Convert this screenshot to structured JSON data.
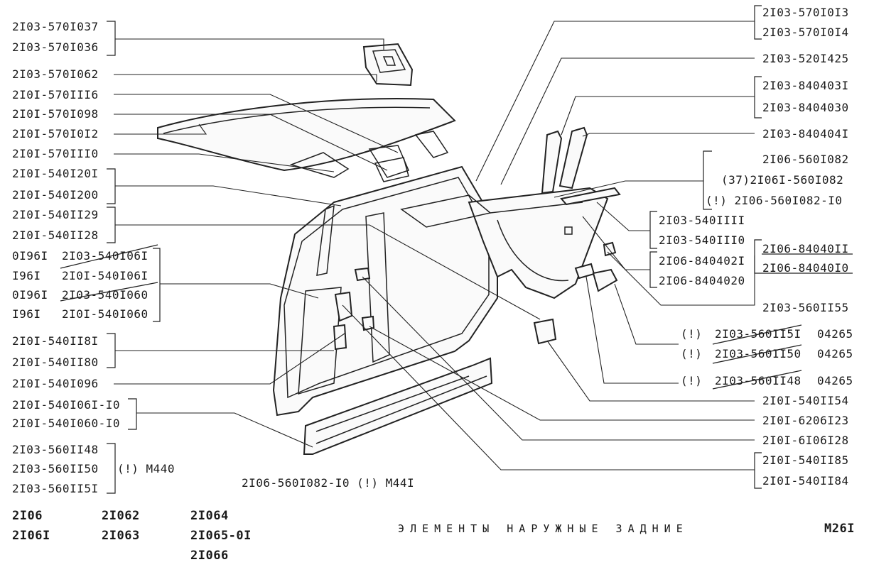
{
  "title": "ЭЛЕМЕНТЫ НАРУЖНЫЕ ЗАДНИЕ",
  "page_code": "M26I",
  "models": [
    "2I06",
    "2I06I",
    "2I062",
    "2I063",
    "2I064",
    "2I065-0I",
    "2I066"
  ],
  "left_labels": [
    "2I03-570I037",
    "2I03-570I036",
    "2I03-570I062",
    "2I0I-570III6",
    "2I0I-570I098",
    "2I0I-570I0I2",
    "2I0I-570III0",
    "2I0I-540I20I",
    "2I0I-540I200",
    "2I0I-540II29",
    "2I0I-540II28",
    "0I96I",
    "2I03-540I06I",
    "I96I",
    "2I0I-540I06I",
    "0I96I",
    "2I03-540I060",
    "I96I",
    "2I0I-540I060",
    "2I0I-540II8I",
    "2I0I-540II80",
    "2I0I-540I096",
    "2I0I-540I06I-I0",
    "2I0I-540I060-I0",
    "2I03-560II48",
    "2I03-560II50",
    "(!) M440",
    "2I03-560II5I"
  ],
  "bottom_note": "2I06-560I082-I0 (!) M44I",
  "right_labels": [
    "2I03-570I0I3",
    "2I03-570I0I4",
    "2I03-520I425",
    "2I03-840403I",
    "2I03-8404030",
    "2I03-840404I",
    "2I06-560I082",
    "(37)2I06I-560I082",
    "(!) 2I06-560I082-I0",
    "2I03-540IIII",
    "2I03-540III0",
    "2I06-840402I",
    "2I06-8404020",
    "2I06-84040II",
    "2I06-84040I0",
    "2I03-560II55",
    "(!)",
    "2I03-560II5I",
    "04265",
    "(!)",
    "2I03-560II50",
    "04265",
    "(!)",
    "2I03-560II48",
    "04265",
    "2I0I-540II54",
    "2I0I-6206I23",
    "2I0I-6I06I28",
    "2I0I-540II85",
    "2I0I-540II84"
  ]
}
